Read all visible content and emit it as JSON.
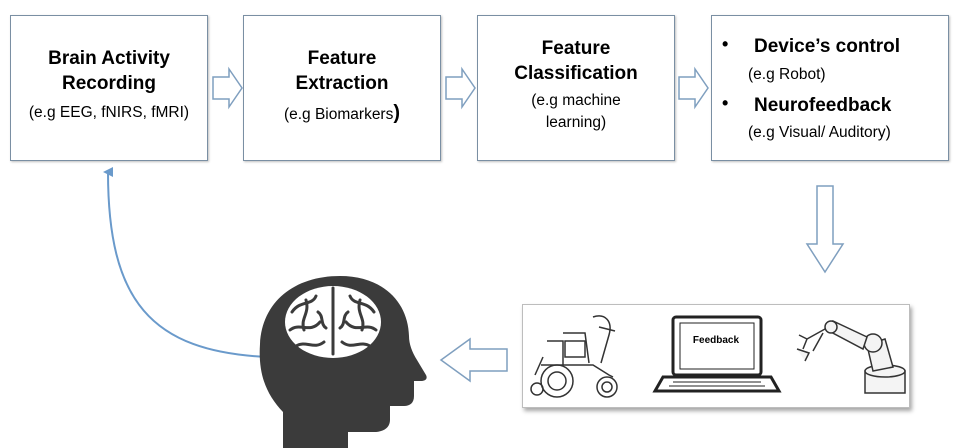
{
  "boxes": {
    "recording": {
      "title_line1": "Brain Activity",
      "title_line2": "Recording",
      "example": "(e.g EEG, fNIRS, fMRI)"
    },
    "extraction": {
      "title_line1": "Feature",
      "title_line2": "Extraction",
      "example": "(e.g Biomarkers",
      "close_paren": ")"
    },
    "classification": {
      "title_line1": "Feature",
      "title_line2": "Classification",
      "example_line1": "(e.g machine",
      "example_line2": "learning)"
    },
    "output": {
      "bullet_symbol": "•",
      "item1_title": "Device’s control",
      "item1_example": "(e.g Robot)",
      "item2_title": "Neurofeedback",
      "item2_example": "(e.g Visual/ Auditory)"
    }
  },
  "devices_panel": {
    "screen_label": "Feedback"
  },
  "icons": [
    "block-arrow-right",
    "block-arrow-down",
    "block-arrow-left",
    "curved-arrow-up",
    "brain-head-icon",
    "wheelchair-icon",
    "laptop-icon",
    "robot-arm-icon"
  ],
  "colors": {
    "box_border": "#7a8fa3",
    "arrow_outline": "#7f9fbf",
    "feedback_arrow": "#6a9acb",
    "head_fill": "#3b3b3b"
  }
}
